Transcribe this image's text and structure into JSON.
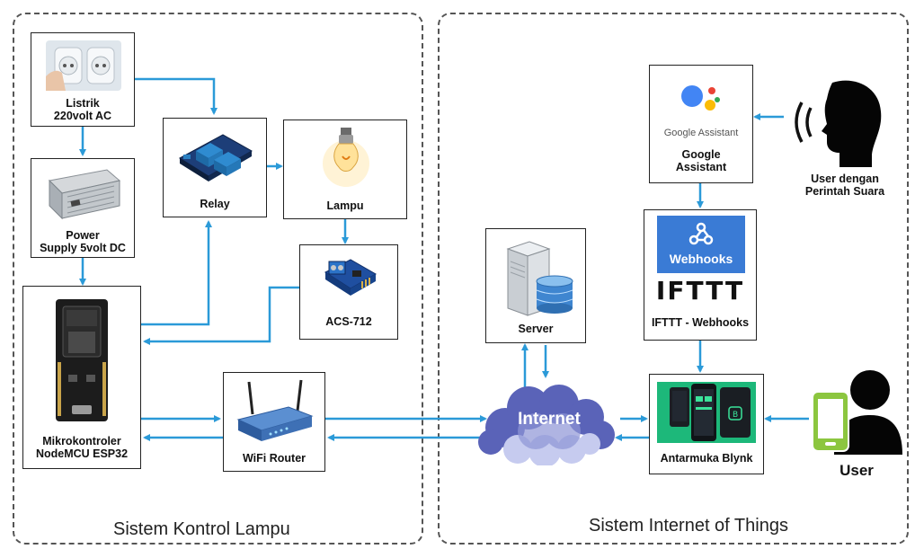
{
  "regions": {
    "left_title": "Sistem Kontrol Lampu",
    "right_title": "Sistem Internet of Things"
  },
  "nodes": {
    "listrik": {
      "line1": "Listrik",
      "line2": "220volt AC"
    },
    "power": {
      "line1": "Power",
      "line2": "Supply 5volt DC"
    },
    "relay": {
      "label": "Relay"
    },
    "lampu": {
      "label": "Lampu"
    },
    "acs": {
      "label": "ACS-712"
    },
    "mcu": {
      "line1": "Mikrokontroler",
      "line2": "NodeMCU ESP32"
    },
    "router": {
      "label": "WiFi Router"
    },
    "server": {
      "label": "Server"
    },
    "internet": {
      "label": "Internet"
    },
    "google": {
      "logo_text": "Google Assistant",
      "line1": "Google",
      "line2": "Assistant"
    },
    "ifttt": {
      "webhooks_text": "Webhooks",
      "logo_text": "IFTTT",
      "label": "IFTTT - Webhooks"
    },
    "blynk": {
      "label": "Antarmuka Blynk"
    }
  },
  "actors": {
    "voice_user": {
      "line1": "User dengan",
      "line2": "Perintah Suara"
    },
    "user": {
      "label": "User"
    }
  },
  "colors": {
    "arrow": "#2b9ad8",
    "webhooks_bg": "#3a7bd5",
    "cloud": "#5a63b8",
    "phone": "#8cc63f"
  }
}
